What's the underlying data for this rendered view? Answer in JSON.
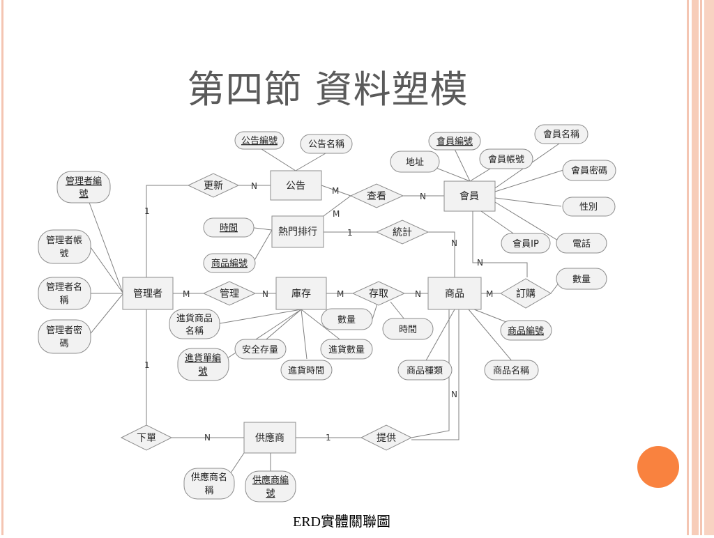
{
  "slide": {
    "title": "第四節  資料塑模",
    "caption": "ERD實體關聯圖"
  },
  "colors": {
    "frame": "#f4c5b2",
    "accent_dot": "#f9823f",
    "shape_fill": "#f2f2f2",
    "shape_stroke": "#8c8c8c",
    "line": "#7f7f7f"
  },
  "diagram": {
    "entities": {
      "announcement": "公告",
      "member": "會員",
      "hot_ranking": "熱門排行",
      "admin": "管理者",
      "inventory": "庫存",
      "product": "商品",
      "supplier": "供應商"
    },
    "relationships": {
      "update": "更新",
      "view": "查看",
      "stats": "統計",
      "manage": "管理",
      "access": "存取",
      "order": "訂購",
      "place_order": "下單",
      "provide": "提供"
    },
    "attributes": {
      "ann_id": "公告編號",
      "ann_name": "公告名稱",
      "mem_id": "會員編號",
      "mem_name": "會員名稱",
      "mem_account": "會員帳號",
      "address": "地址",
      "mem_pwd": "會員密碼",
      "gender": "性別",
      "mem_ip": "會員IP",
      "phone": "電話",
      "admin_id": [
        "管理者編",
        "號"
      ],
      "admin_acct": [
        "管理者帳",
        "號"
      ],
      "admin_name": [
        "管理者名",
        "稱"
      ],
      "admin_pwd": [
        "管理者密",
        "碼"
      ],
      "time_rank": "時間",
      "prod_id_rank": "商品編號",
      "inbound_name": [
        "進貨商品",
        "名稱"
      ],
      "inbound_order_id": [
        "進貨單編",
        "號"
      ],
      "safety_stock": "安全存量",
      "inbound_time": "進貨時間",
      "inbound_qty": "進貨數量",
      "access_qty": "數量",
      "access_time": "時間",
      "order_qty": "數量",
      "prod_id": "商品編號",
      "prod_cat": "商品種類",
      "prod_name": "商品名稱",
      "sup_name": [
        "供應商名",
        "稱"
      ],
      "sup_id": [
        "供應商編",
        "號"
      ]
    },
    "cardinalities": {
      "update_to_announcement": "N",
      "admin_to_update": "1",
      "announcement_to_view": "M",
      "view_to_member": "N",
      "ranking_to_view": "M",
      "ranking_to_stats": "1",
      "stats_to_product": "N",
      "admin_to_manage": "M",
      "manage_to_inventory": "N",
      "inventory_to_access": "M",
      "access_to_product": "N",
      "product_to_order": "M",
      "member_to_order": "N",
      "admin_to_place": "1",
      "place_to_supplier": "N",
      "supplier_to_provide": "1",
      "provide_to_product": "N"
    }
  }
}
